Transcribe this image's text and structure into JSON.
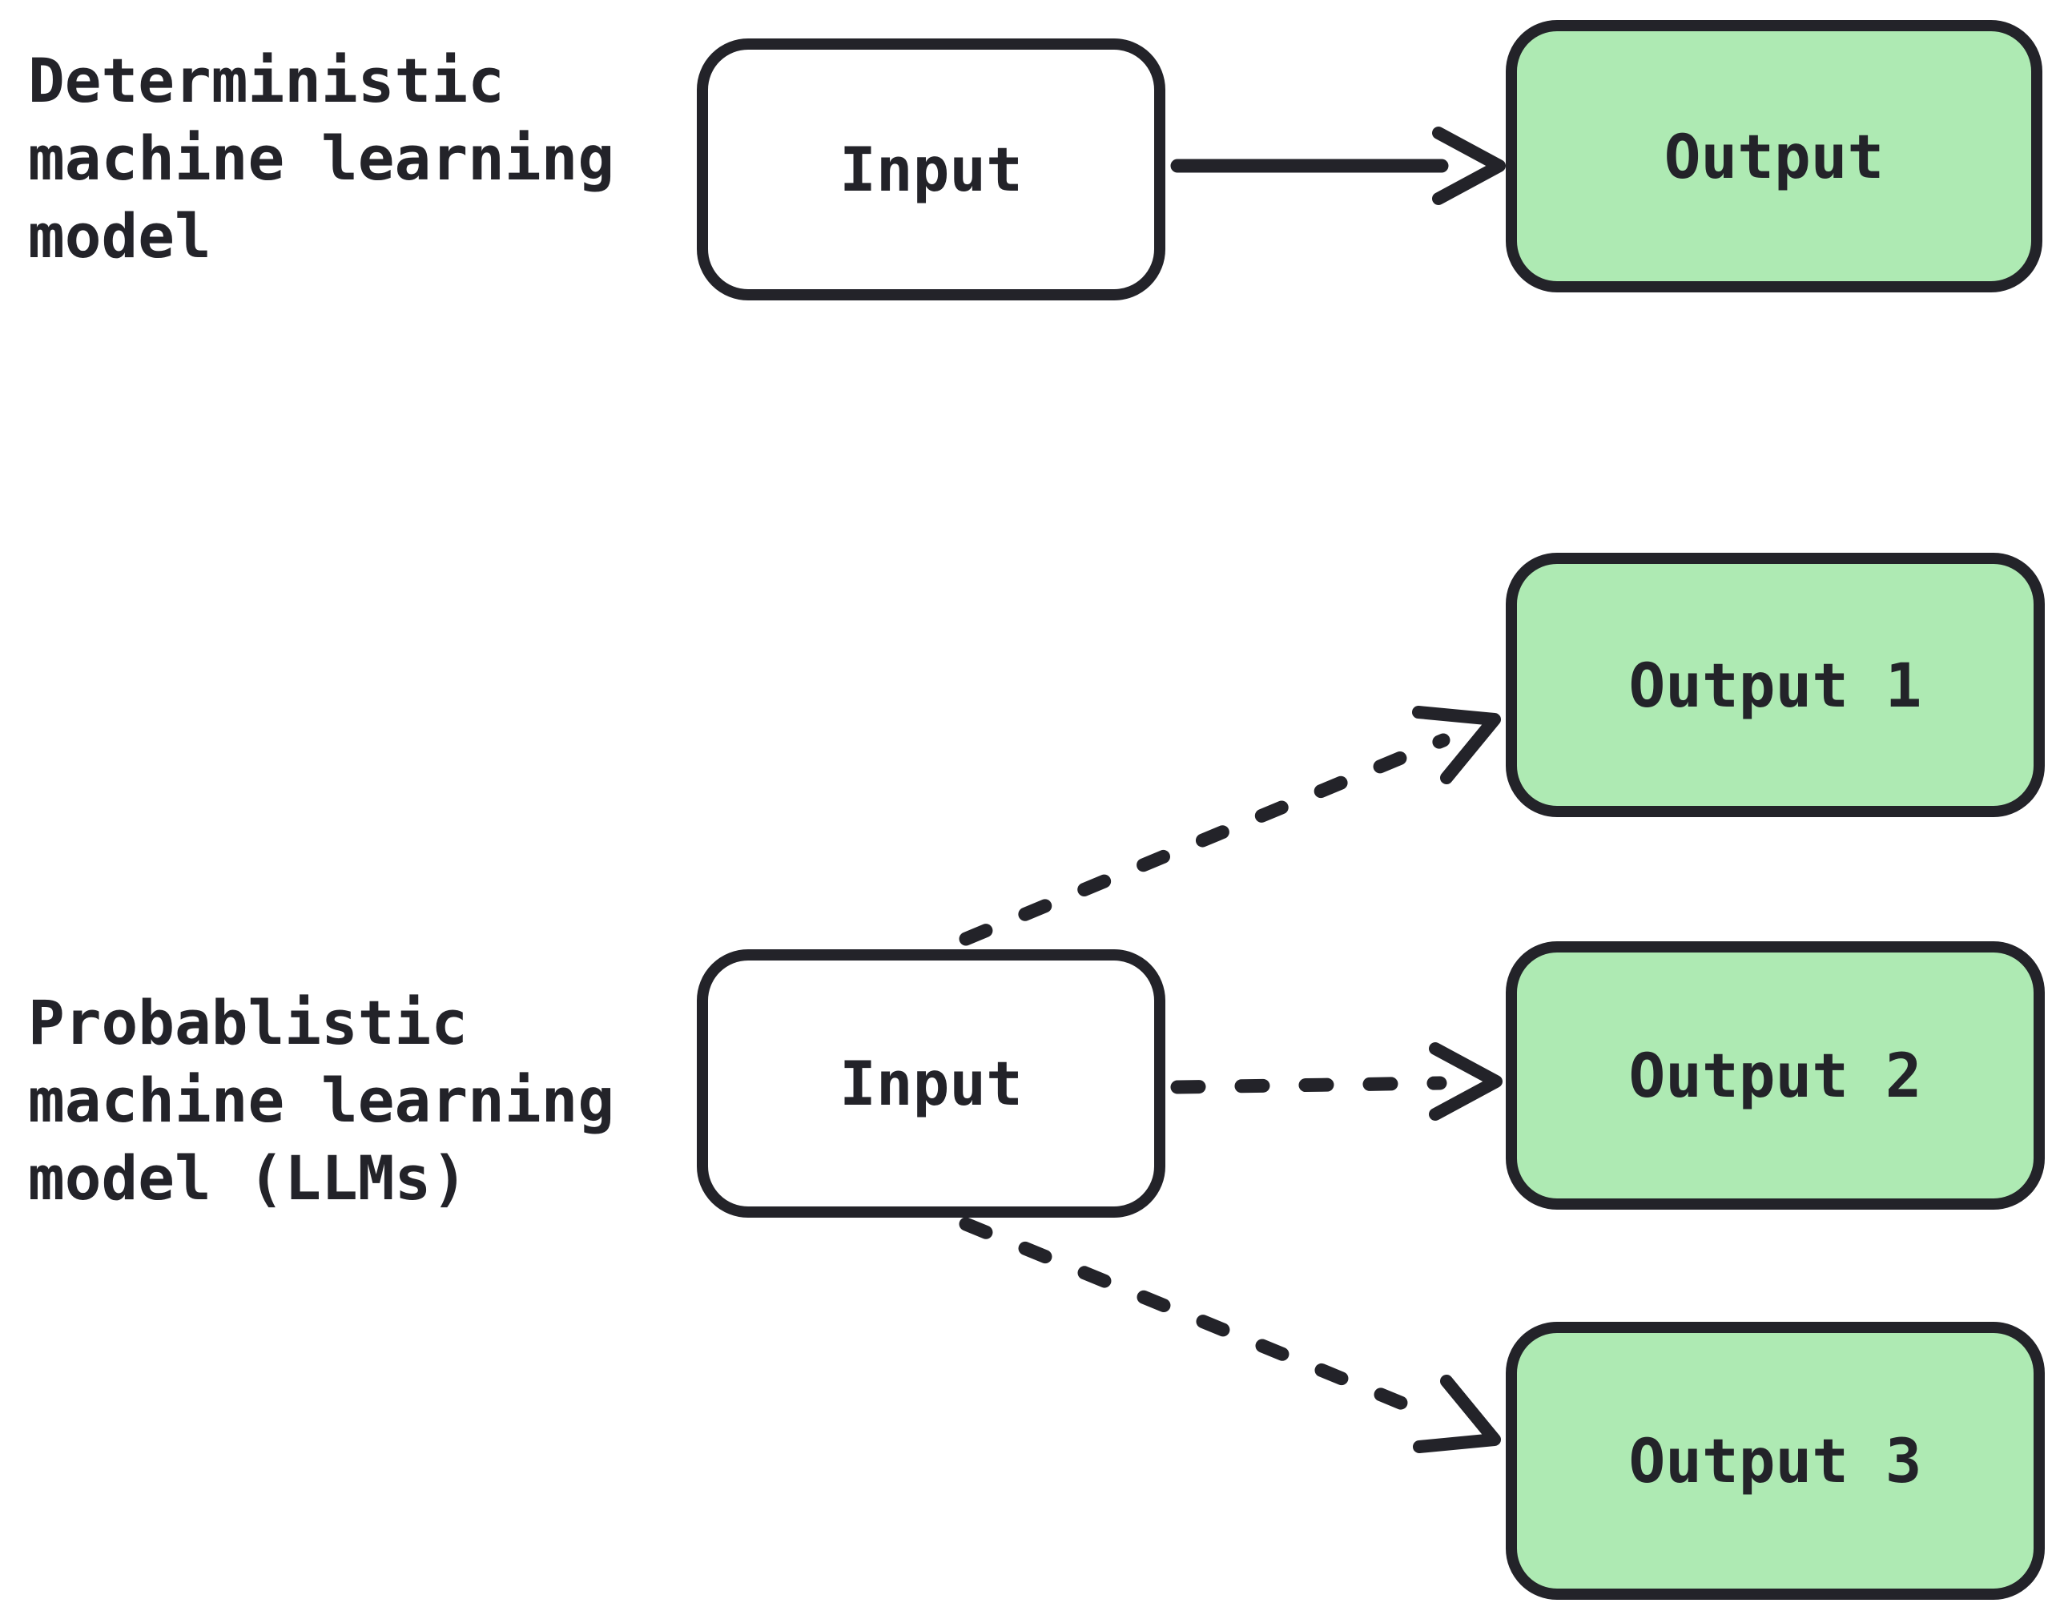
{
  "diagram": {
    "colors": {
      "ink": "#232329",
      "node_green_fill": "#aeeab3",
      "node_white_fill": "#ffffff",
      "background": "#ffffff"
    },
    "captions": {
      "deterministic": {
        "lines": [
          "Deterministic",
          "machine learning",
          "model"
        ]
      },
      "probablistic": {
        "lines": [
          "Probablistic",
          "machine learning",
          "model (LLMs)"
        ]
      }
    },
    "nodes": {
      "input_top": {
        "label": "Input",
        "fill": "white"
      },
      "output_top": {
        "label": "Output",
        "fill": "green"
      },
      "input_bottom": {
        "label": "Input",
        "fill": "white"
      },
      "output_1": {
        "label": "Output 1",
        "fill": "green"
      },
      "output_2": {
        "label": "Output 2",
        "fill": "green"
      },
      "output_3": {
        "label": "Output 3",
        "fill": "green"
      }
    },
    "arrows": {
      "deterministic": [
        {
          "style": "solid",
          "from": "Input",
          "to": "Output"
        }
      ],
      "probablistic": [
        {
          "style": "dashed",
          "from": "Input",
          "to": "Output 1"
        },
        {
          "style": "dashed",
          "from": "Input",
          "to": "Output 2"
        },
        {
          "style": "dashed",
          "from": "Input",
          "to": "Output 3"
        }
      ]
    }
  }
}
